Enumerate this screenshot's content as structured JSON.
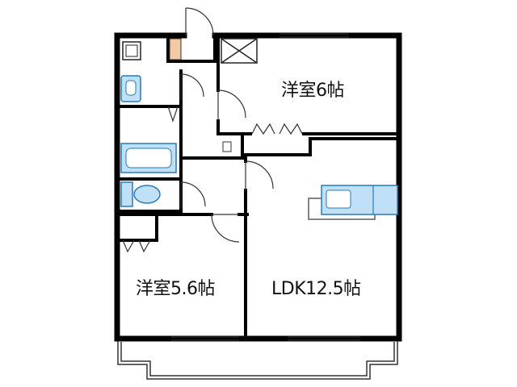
{
  "rooms": {
    "bedroom_north": {
      "label": "洋室6帖"
    },
    "bedroom_south": {
      "label": "洋室5.6帖"
    },
    "ldk": {
      "label": "LDK12.5帖"
    }
  },
  "colors": {
    "wall": "#000000",
    "fixture_fill": "#bfe0f6",
    "fixture_stroke": "#2a7ab8",
    "counter_fill": "#ffffff",
    "pipe_space": "#f2c9a2",
    "thin_line": "#333333"
  }
}
